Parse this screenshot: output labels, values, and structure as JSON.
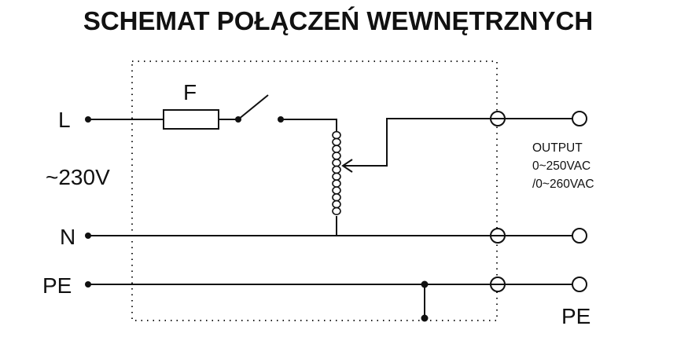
{
  "title": "SCHEMAT POŁĄCZEŃ WEWNĘTRZNYCH",
  "labels": {
    "line": "L",
    "voltage": "~230V",
    "neutral": "N",
    "earth_in": "PE",
    "earth_out": "PE",
    "fuse": "F"
  },
  "output": {
    "heading": "OUTPUT",
    "range1": "0~250VAC",
    "range2": "/0~260VAC"
  }
}
